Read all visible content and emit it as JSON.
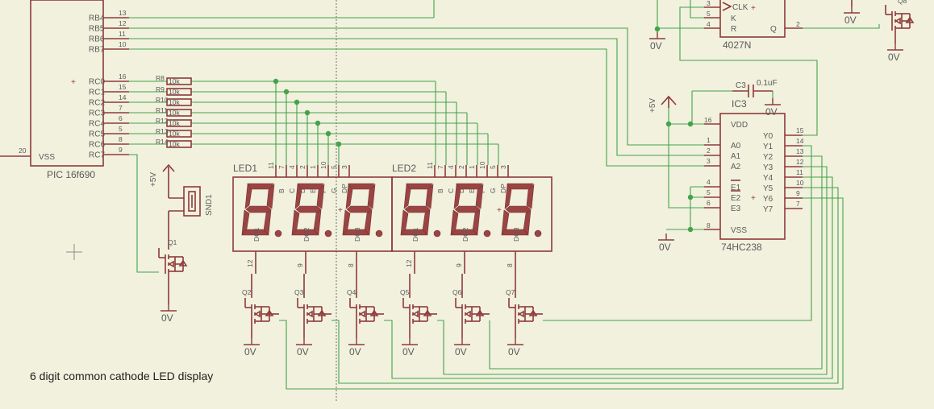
{
  "caption": "6 digit common cathode LED display",
  "pic": {
    "name": "PIC 16f690",
    "pins": [
      {
        "label": "RB4",
        "num": "13"
      },
      {
        "label": "RB5",
        "num": "12"
      },
      {
        "label": "RB6",
        "num": "11"
      },
      {
        "label": "RB7",
        "num": "10"
      },
      {
        "label": "RC0",
        "num": "16"
      },
      {
        "label": "RC1",
        "num": "15"
      },
      {
        "label": "RC2",
        "num": "14"
      },
      {
        "label": "RC3",
        "num": "7"
      },
      {
        "label": "RC4",
        "num": "6"
      },
      {
        "label": "RC5",
        "num": "5"
      },
      {
        "label": "RC6",
        "num": "8"
      },
      {
        "label": "RC7",
        "num": "9"
      }
    ],
    "vss_label": "VSS",
    "vss_num": "20"
  },
  "resistors": {
    "names": [
      "R8",
      "R9",
      "R10",
      "R11",
      "R12",
      "R13",
      "R14"
    ],
    "value": "10k"
  },
  "led_displays": [
    {
      "name": "LED1",
      "pins": [
        "11",
        "7",
        "4",
        "2",
        "1",
        "10",
        "5",
        "3"
      ],
      "pin_names": [
        "B",
        "C",
        "D",
        "E",
        "F",
        "G",
        "DP"
      ],
      "digits": [
        "DG1",
        "DG2",
        "DG3"
      ],
      "digit_pins": [
        "12",
        "9",
        "8"
      ]
    },
    {
      "name": "LED2",
      "pins": [
        "11",
        "7",
        "4",
        "2",
        "1",
        "10",
        "5",
        "3"
      ],
      "pin_names": [
        "B",
        "C",
        "D",
        "E",
        "F",
        "G",
        "DP"
      ],
      "digits": [
        "DG1",
        "DG2",
        "DG3"
      ],
      "digit_pins": [
        "12",
        "9",
        "8"
      ]
    }
  ],
  "transistors": [
    "Q1",
    "Q2",
    "Q3",
    "Q4",
    "Q5",
    "Q6",
    "Q7"
  ],
  "ground": "0V",
  "supply": "+5V",
  "buzzer": "SND1",
  "flipflop": {
    "name": "4027N",
    "pins": [
      {
        "label": "CLK",
        "num": "3"
      },
      {
        "label": "K",
        "num": "5"
      },
      {
        "label": "R",
        "num": "4"
      }
    ],
    "q_label": "Q",
    "q_num": "2"
  },
  "cap": {
    "name": "C3",
    "value": "0.1uF"
  },
  "decoder": {
    "name": "IC3",
    "part": "74HC238",
    "vdd": "VDD",
    "vdd_num": "16",
    "vss": "VSS",
    "vss_num": "8",
    "inputs": [
      {
        "label": "A0",
        "num": "1"
      },
      {
        "label": "A1",
        "num": "2"
      },
      {
        "label": "A2",
        "num": "3"
      }
    ],
    "enables": [
      {
        "label": "E1",
        "num": "4"
      },
      {
        "label": "E2",
        "num": "5"
      },
      {
        "label": "E3",
        "num": "6"
      }
    ],
    "outputs": [
      {
        "label": "Y0",
        "num": "15"
      },
      {
        "label": "Y1",
        "num": "14"
      },
      {
        "label": "Y2",
        "num": "13"
      },
      {
        "label": "Y3",
        "num": "12"
      },
      {
        "label": "Y4",
        "num": "11"
      },
      {
        "label": "Y5",
        "num": "10"
      },
      {
        "label": "Y6",
        "num": "9"
      },
      {
        "label": "Y7",
        "num": "7"
      }
    ]
  }
}
